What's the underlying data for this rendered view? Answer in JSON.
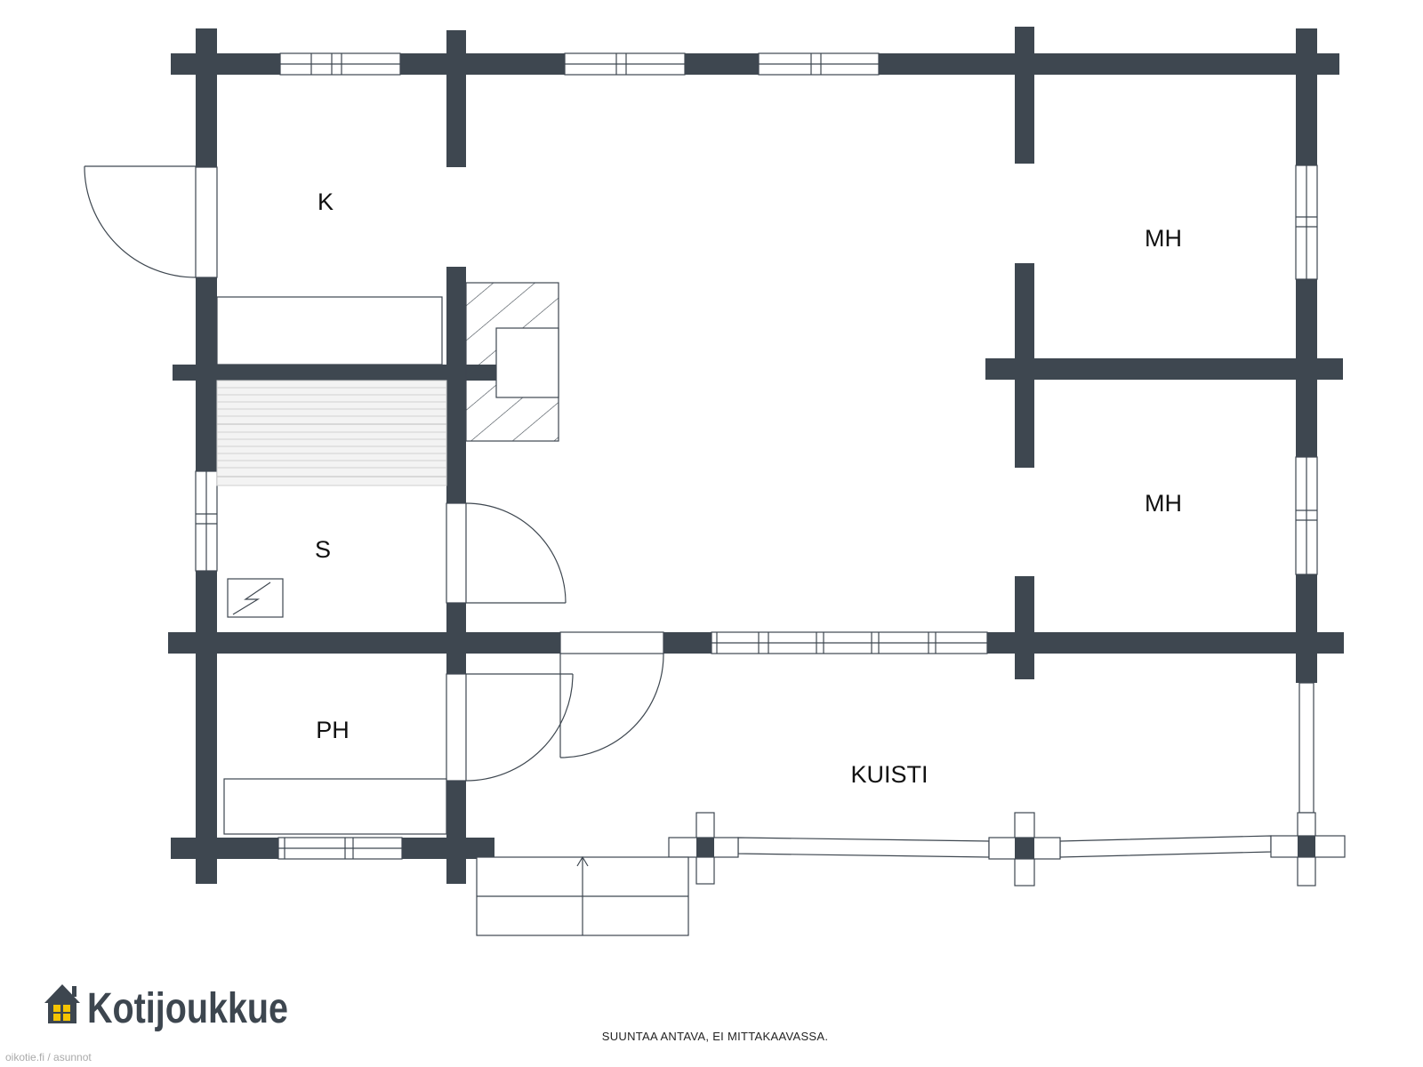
{
  "rooms": {
    "k": "K",
    "mh_upper": "MH",
    "mh_lower": "MH",
    "s": "S",
    "ph": "PH",
    "kuisti": "KUISTI"
  },
  "note": "SUUNTAA ANTAVA, EI MITTAKAAVASSA.",
  "brand": {
    "name": "Kotijoukkue",
    "icon": "house-icon"
  },
  "source": "oikotie.fi / asunnot",
  "colors": {
    "wall": "#3e4750",
    "logo_window": "#f5c400"
  }
}
